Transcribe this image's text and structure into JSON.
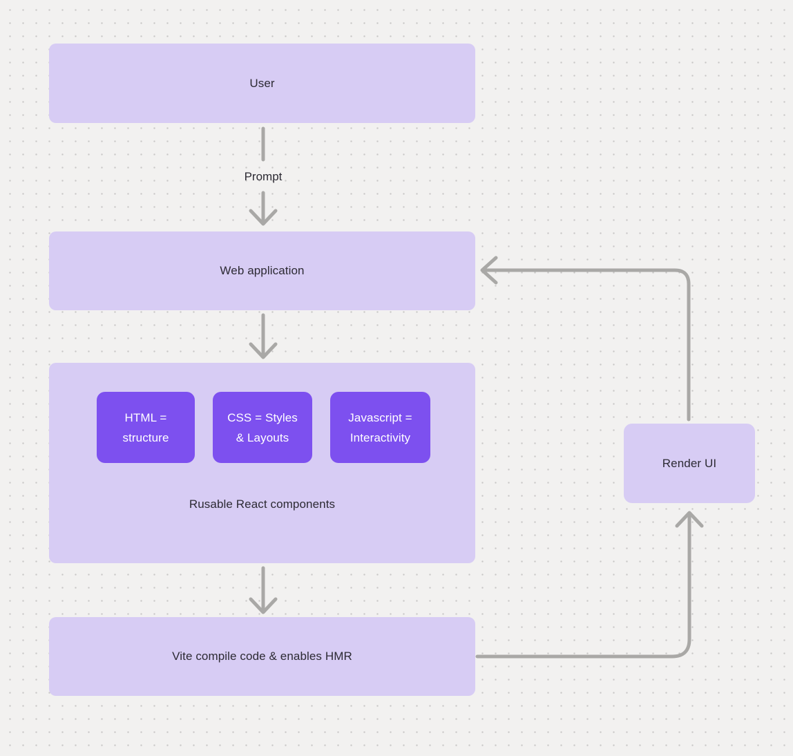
{
  "colors": {
    "background": "#f2f1f0",
    "grid_dot": "#c8c7c6",
    "node_fill": "#d7ccf4",
    "inner_node_fill": "#7d50ef",
    "arrow": "#a9a8a6",
    "text_dark": "#2c2a33",
    "text_light": "#ffffff"
  },
  "nodes": {
    "user": {
      "label": "User"
    },
    "web_application": {
      "label": "Web application"
    },
    "components_group": {
      "label": "Rusable React components",
      "children": [
        {
          "label": "HTML = structure"
        },
        {
          "label": "CSS = Styles & Layouts"
        },
        {
          "label": "Javascript = Interactivity"
        }
      ]
    },
    "vite": {
      "label": "Vite compile code & enables HMR"
    },
    "render_ui": {
      "label": "Render UI"
    }
  },
  "edges": {
    "prompt_label": "Prompt",
    "connections": [
      {
        "from": "user",
        "to": "web_application",
        "label": "Prompt"
      },
      {
        "from": "web_application",
        "to": "components_group",
        "label": ""
      },
      {
        "from": "components_group",
        "to": "vite",
        "label": ""
      },
      {
        "from": "vite",
        "to": "render_ui",
        "label": ""
      },
      {
        "from": "render_ui",
        "to": "web_application",
        "label": ""
      }
    ]
  }
}
